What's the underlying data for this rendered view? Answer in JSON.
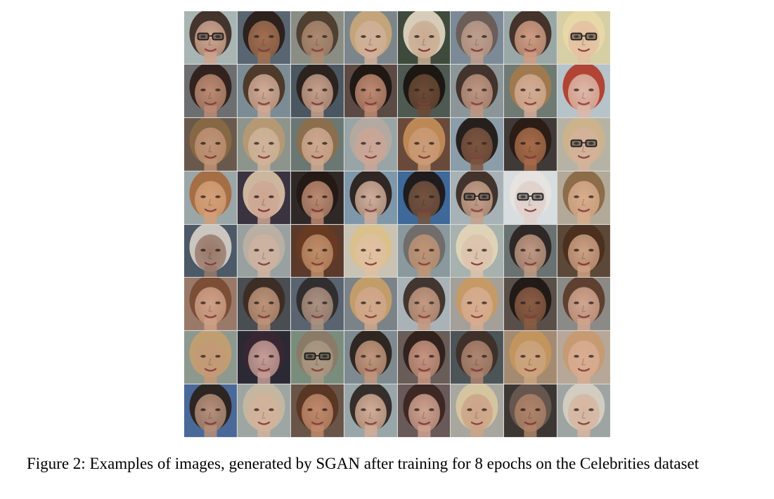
{
  "figure": {
    "rows": 8,
    "cols": 8,
    "tiles": [
      {
        "bg": "#a9b6b3",
        "skin": "#d2a48c",
        "hair": "#3b2a22",
        "glasses": true
      },
      {
        "bg": "#5a6570",
        "skin": "#a8704f",
        "hair": "#2a1c16",
        "glasses": false
      },
      {
        "bg": "#8a8e85",
        "skin": "#b08a70",
        "hair": "#4a3a2c",
        "glasses": false
      },
      {
        "bg": "#7c868a",
        "skin": "#d8b49a",
        "hair": "#c9a77a",
        "glasses": false
      },
      {
        "bg": "#3e4a3c",
        "skin": "#d6b59a",
        "hair": "#e3d7c2",
        "glasses": false
      },
      {
        "bg": "#7b8a96",
        "skin": "#c5a08c",
        "hair": "#6a5a52",
        "glasses": false
      },
      {
        "bg": "#9aa9a8",
        "skin": "#d49c80",
        "hair": "#3c2a20",
        "glasses": false
      },
      {
        "bg": "#d6cfa5",
        "skin": "#e4c0a2",
        "hair": "#e9d9a8",
        "glasses": true
      },
      {
        "bg": "#6d6e70",
        "skin": "#c38d73",
        "hair": "#2e1d17",
        "glasses": false
      },
      {
        "bg": "#7b8d94",
        "skin": "#d8ae96",
        "hair": "#4a3322",
        "glasses": false
      },
      {
        "bg": "#4a5660",
        "skin": "#d2a68e",
        "hair": "#2a1f1a",
        "glasses": false
      },
      {
        "bg": "#5c4a44",
        "skin": "#c98f76",
        "hair": "#1d1411",
        "glasses": false
      },
      {
        "bg": "#4f5a52",
        "skin": "#6f4a34",
        "hair": "#1a1210",
        "glasses": false
      },
      {
        "bg": "#8c9698",
        "skin": "#c49680",
        "hair": "#3c2b24",
        "glasses": false
      },
      {
        "bg": "#6e7a72",
        "skin": "#dcb098",
        "hair": "#a37a4c",
        "glasses": false
      },
      {
        "bg": "#b7c4c8",
        "skin": "#e2b8a6",
        "hair": "#b13a28",
        "glasses": false
      },
      {
        "bg": "#6a5a4c",
        "skin": "#c8987a",
        "hair": "#8a6a44",
        "glasses": false
      },
      {
        "bg": "#8e948c",
        "skin": "#d6b69c",
        "hair": "#b89a72",
        "glasses": false
      },
      {
        "bg": "#6c7874",
        "skin": "#d8ae92",
        "hair": "#8e6e4a",
        "glasses": false
      },
      {
        "bg": "#9aa4a6",
        "skin": "#d0a694",
        "hair": "#b7aaa0",
        "glasses": false
      },
      {
        "bg": "#6a4a3a",
        "skin": "#d2a27c",
        "hair": "#c48e58",
        "glasses": false
      },
      {
        "bg": "#8b9eaa",
        "skin": "#7c5038",
        "hair": "#1e1612",
        "glasses": false
      },
      {
        "bg": "#3f3a38",
        "skin": "#b0704c",
        "hair": "#2a1a14",
        "glasses": false
      },
      {
        "bg": "#b8b4a4",
        "skin": "#d8b29a",
        "hair": "#cfb48a",
        "glasses": true
      },
      {
        "bg": "#9ca6a8",
        "skin": "#d8a074",
        "hair": "#a86a3c",
        "glasses": false
      },
      {
        "bg": "#3b3440",
        "skin": "#d9b09c",
        "hair": "#d8c2a6",
        "glasses": false
      },
      {
        "bg": "#2e2a28",
        "skin": "#c89278",
        "hair": "#241814",
        "glasses": false
      },
      {
        "bg": "#7e98aa",
        "skin": "#d8b09a",
        "hair": "#2a1d18",
        "glasses": false
      },
      {
        "bg": "#3e6a9a",
        "skin": "#7a5238",
        "hair": "#1e1614",
        "glasses": false
      },
      {
        "bg": "#a8b2b8",
        "skin": "#caa088",
        "hair": "#3a2a22",
        "glasses": true
      },
      {
        "bg": "#d8dee0",
        "skin": "#e0d0c8",
        "hair": "#e8e4e0",
        "glasses": true
      },
      {
        "bg": "#b4aa98",
        "skin": "#dcae8c",
        "hair": "#8a6844",
        "glasses": false
      },
      {
        "bg": "#4c5a66",
        "skin": "#a07c6a",
        "hair": "#d6d0c8",
        "glasses": false
      },
      {
        "bg": "#98a0a0",
        "skin": "#d4b4a0",
        "hair": "#bcb0a2",
        "glasses": false
      },
      {
        "bg": "#5c3a2c",
        "skin": "#c8946e",
        "hair": "#6a3a22",
        "glasses": false
      },
      {
        "bg": "#c8c4b4",
        "skin": "#e2c0a0",
        "hair": "#dcc08a",
        "glasses": false
      },
      {
        "bg": "#8a9a9e",
        "skin": "#c49472",
        "hair": "#6e6a66",
        "glasses": false
      },
      {
        "bg": "#a8b2ae",
        "skin": "#e0c4ac",
        "hair": "#e4d6b8",
        "glasses": false
      },
      {
        "bg": "#6a7270",
        "skin": "#c89c84",
        "hair": "#2a2220",
        "glasses": false
      },
      {
        "bg": "#5c4838",
        "skin": "#d8a88a",
        "hair": "#4a2e1e",
        "glasses": false
      },
      {
        "bg": "#9a7a6a",
        "skin": "#d4a48a",
        "hair": "#7a4a32",
        "glasses": false
      },
      {
        "bg": "#4a4e52",
        "skin": "#c89a7e",
        "hair": "#3c2c22",
        "glasses": false
      },
      {
        "bg": "#5a6470",
        "skin": "#b49682",
        "hair": "#2e2a2a",
        "glasses": false
      },
      {
        "bg": "#7c8488",
        "skin": "#d8ac8c",
        "hair": "#c8a068",
        "glasses": false
      },
      {
        "bg": "#aab4b8",
        "skin": "#c8987e",
        "hair": "#3a2c26",
        "glasses": false
      },
      {
        "bg": "#a4a09a",
        "skin": "#dcae90",
        "hair": "#c89a62",
        "glasses": false
      },
      {
        "bg": "#5a5048",
        "skin": "#8e5e44",
        "hair": "#1e1612",
        "glasses": false
      },
      {
        "bg": "#8c8a86",
        "skin": "#d8a890",
        "hair": "#5a3a28",
        "glasses": false
      },
      {
        "bg": "#8e9890",
        "skin": "#c89a76",
        "hair": "#c4a070",
        "glasses": false
      },
      {
        "bg": "#2c2a34",
        "skin": "#d4a8a0",
        "hair": "#3a2834",
        "glasses": false
      },
      {
        "bg": "#7a8e7c",
        "skin": "#b09a84",
        "hair": "#8a7a66",
        "glasses": true
      },
      {
        "bg": "#7e8a90",
        "skin": "#c8987c",
        "hair": "#2a1e18",
        "glasses": false
      },
      {
        "bg": "#6a5e58",
        "skin": "#d09a84",
        "hair": "#2e1e18",
        "glasses": false
      },
      {
        "bg": "#4c5458",
        "skin": "#b88a72",
        "hair": "#3e2e26",
        "glasses": false
      },
      {
        "bg": "#a48a70",
        "skin": "#d0a680",
        "hair": "#c4965c",
        "glasses": false
      },
      {
        "bg": "#b8a898",
        "skin": "#dcae92",
        "hair": "#c89a70",
        "glasses": false
      },
      {
        "bg": "#4a6a9a",
        "skin": "#c09478",
        "hair": "#2a2018",
        "glasses": false
      },
      {
        "bg": "#9ea6a2",
        "skin": "#d8b49a",
        "hair": "#c8b8a0",
        "glasses": false
      },
      {
        "bg": "#6a5448",
        "skin": "#c88e6e",
        "hair": "#5a3422",
        "glasses": false
      },
      {
        "bg": "#9aa6aa",
        "skin": "#d8ae96",
        "hair": "#2e2420",
        "glasses": false
      },
      {
        "bg": "#6a5a5a",
        "skin": "#d8a894",
        "hair": "#3a2420",
        "glasses": false
      },
      {
        "bg": "#a8a8a0",
        "skin": "#d0a484",
        "hair": "#d8c8a0",
        "glasses": false
      },
      {
        "bg": "#3c3834",
        "skin": "#b88a6e",
        "hair": "#6a5a50",
        "glasses": false
      },
      {
        "bg": "#9ea4a2",
        "skin": "#dcb8a0",
        "hair": "#d8d0c4",
        "glasses": false
      }
    ]
  },
  "caption": {
    "text": "Figure 2: Examples of images, generated by SGAN after training for 8 epochs on the Celebrities dataset"
  }
}
